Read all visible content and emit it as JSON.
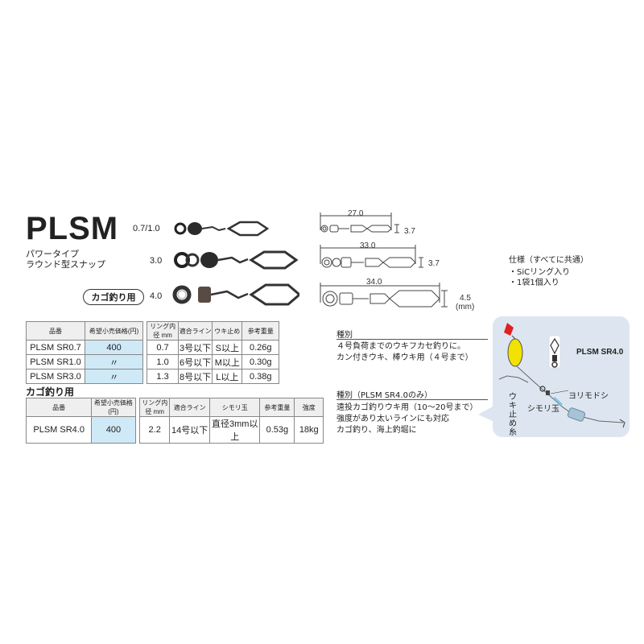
{
  "header": {
    "title": "PLSM",
    "subtitle_1": "パワータイプ",
    "subtitle_2": "ラウンド型スナップ",
    "kago_badge": "カゴ釣り用"
  },
  "sizes": [
    "0.7/1.0",
    "3.0",
    "4.0"
  ],
  "dimensions": {
    "row1_length": "27.0",
    "row1_height": "3.7",
    "row2_length": "33.0",
    "row2_height": "3.7",
    "row3_length": "34.0",
    "row3_height": "4.5",
    "unit": "(mm)"
  },
  "spec": {
    "title": "仕様（すべてに共通）",
    "items": [
      "・SiCリング入り",
      "・1袋1個入り"
    ]
  },
  "table1": {
    "headers": [
      "品番",
      "希望小売価格(円)",
      "リング内径 mm",
      "適合ライン",
      "ウキ止め",
      "参考重量"
    ],
    "rows": [
      [
        "PLSM SR0.7",
        "400",
        "0.7",
        "3号以下",
        "S以上",
        "0.26g"
      ],
      [
        "PLSM SR1.0",
        "〃",
        "1.0",
        "6号以下",
        "M以上",
        "0.30g"
      ],
      [
        "PLSM SR3.0",
        "〃",
        "1.3",
        "8号以下",
        "L以上",
        "0.38g"
      ]
    ]
  },
  "table2": {
    "title": "カゴ釣り用",
    "headers": [
      "品番",
      "希望小売価格(円)",
      "リング内径 mm",
      "適合ライン",
      "シモリ玉",
      "参考重量",
      "強度"
    ],
    "rows": [
      [
        "PLSM SR4.0",
        "400",
        "2.2",
        "14号以下",
        "直径3mm以上",
        "0.53g",
        "18kg"
      ]
    ]
  },
  "type1": {
    "heading": "種別",
    "lines": [
      "４号負荷までのウキフカセ釣りに。",
      "カン付きウキ、棒ウキ用（４号まで）"
    ]
  },
  "type2": {
    "heading": "種別（PLSM SR4.0のみ）",
    "lines": [
      "遠投カゴ釣りウキ用（10～20号まで）",
      "強度があり太いラインにも対応",
      "カゴ釣り、海上釣堀に"
    ]
  },
  "illustration": {
    "product_label": "PLSM SR4.0",
    "label_yorimodoshi": "ヨリモドシ",
    "label_shimoridama": "シモリ玉",
    "label_ukidome": "ウキ止め糸"
  },
  "colors": {
    "price_cell": "#cfe9f7",
    "panel_bg": "#dde6f0",
    "float_yellow": "#f2e200",
    "float_red": "#e02020"
  }
}
